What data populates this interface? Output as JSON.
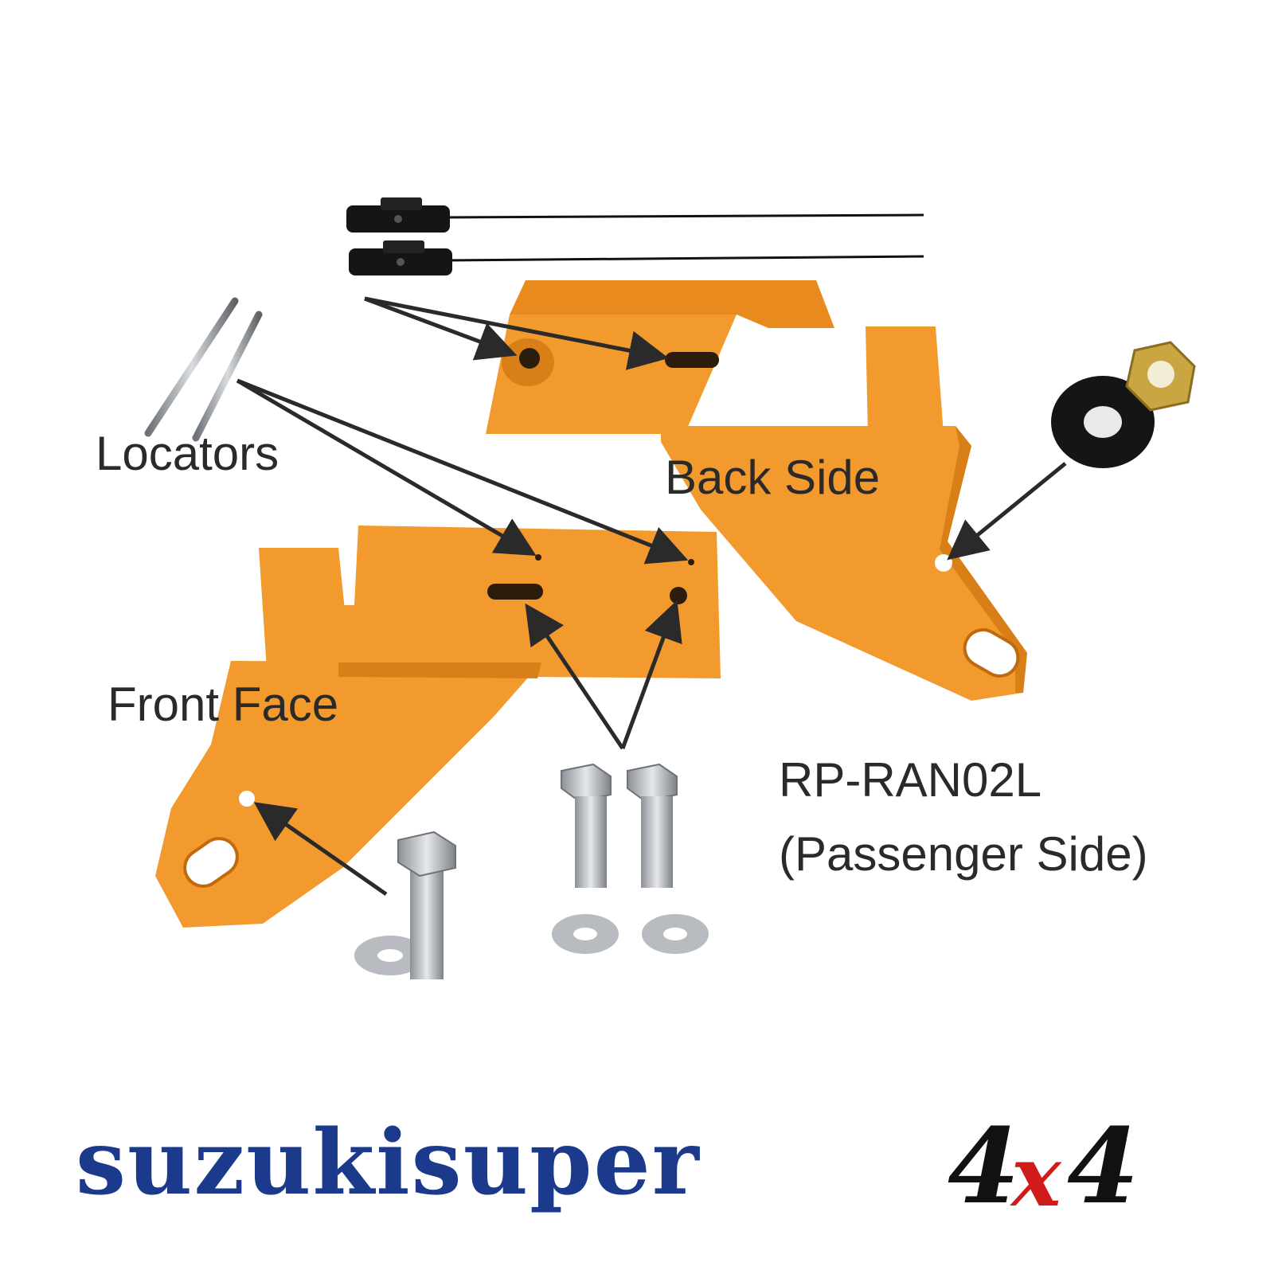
{
  "labels": {
    "locators": "Locators",
    "back_side": "Back Side",
    "front_face": "Front Face",
    "part_number": "RP-RAN02L",
    "side": "(Passenger Side)"
  },
  "brand": {
    "name": "suzukisuper",
    "suffix_left": "4",
    "suffix_x": "x",
    "suffix_right": "4",
    "colors": {
      "name": "#1b3a8c",
      "suffix": "#111111",
      "x": "#d11a1a"
    }
  },
  "colors": {
    "bracket_orange": "#f29a2e",
    "bracket_shadow": "#d97f17",
    "rubber_black": "#151515",
    "metal_silver": "#b8bcc0",
    "brass": "#c9a641",
    "text": "#2a2a2a"
  }
}
